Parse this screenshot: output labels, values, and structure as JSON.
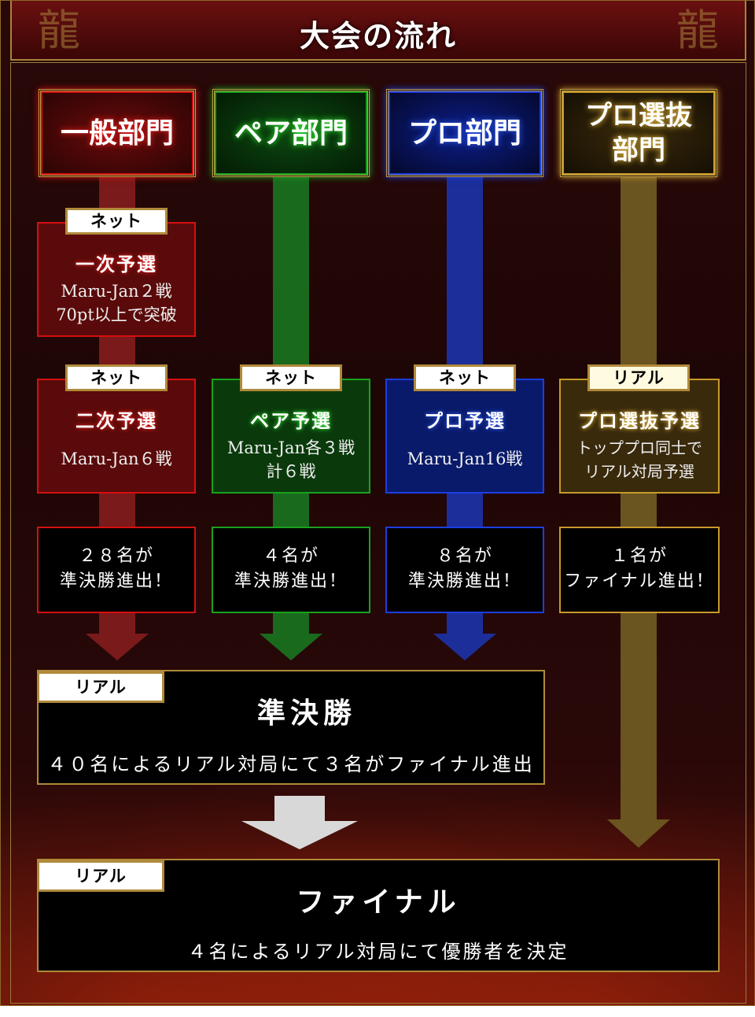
{
  "header": {
    "title": "大会の流れ"
  },
  "categories": [
    {
      "label": "一般部門",
      "color": "#d51010"
    },
    {
      "label": "ペア部門",
      "color": "#19a11e"
    },
    {
      "label": "プロ部門",
      "color": "#1c3ee0"
    },
    {
      "label": "プロ選抜\n部門",
      "color": "#c79a2c"
    }
  ],
  "stages": {
    "first": {
      "tag": "ネット",
      "title": "一次予選",
      "desc": "Maru-Jan２戦\n70pt以上で突破"
    },
    "second": [
      {
        "tag": "ネット",
        "title": "二次予選",
        "desc": "Maru-Jan６戦"
      },
      {
        "tag": "ネット",
        "title": "ペア予選",
        "desc": "Maru-Jan各３戦\n計６戦"
      },
      {
        "tag": "ネット",
        "title": "プロ予選",
        "desc": "Maru-Jan16戦"
      },
      {
        "tag": "リアル",
        "title": "プロ選抜予選",
        "desc": "トッププロ同士で\nリアル対局予選"
      }
    ],
    "results": [
      "２８名が\n準決勝進出！",
      "４名が\n準決勝進出！",
      "８名が\n準決勝進出！",
      "１名が\nファイナル進出！"
    ]
  },
  "semifinal": {
    "tag": "リアル",
    "title": "準決勝",
    "desc": "４０名によるリアル対局にて３名がファイナル進出"
  },
  "final": {
    "tag": "リアル",
    "title": "ファイナル",
    "desc": "４名によるリアル対局にて優勝者を決定"
  }
}
